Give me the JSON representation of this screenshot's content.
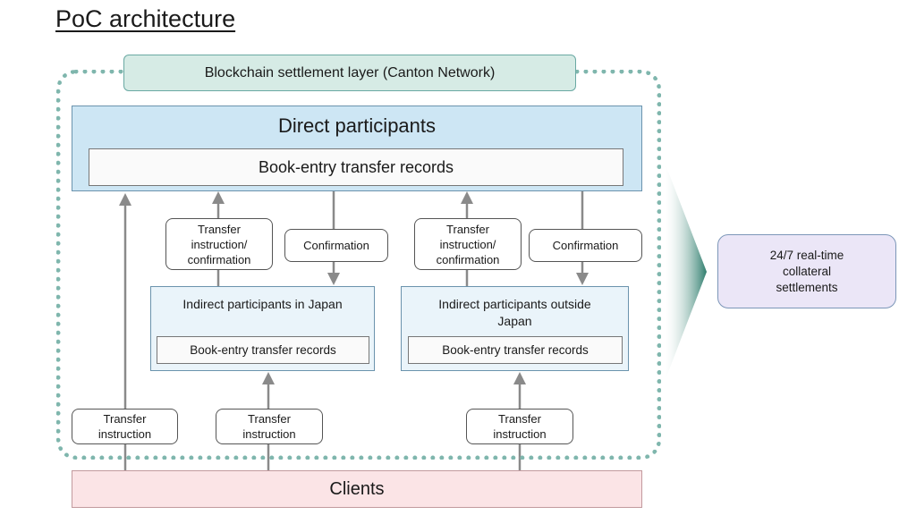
{
  "title": "PoC architecture",
  "settlement_layer": "Blockchain settlement layer (Canton Network)",
  "direct_participants": {
    "title": "Direct participants",
    "records": "Book-entry transfer records"
  },
  "indirect_japan": {
    "title": "Indirect participants in Japan",
    "records": "Book-entry transfer records"
  },
  "indirect_outside": {
    "title": "Indirect participants outside Japan",
    "records": "Book-entry transfer records"
  },
  "flows": {
    "transfer_confirmation_japan": "Transfer instruction/ confirmation",
    "confirmation_japan": "Confirmation",
    "transfer_confirmation_outside": "Transfer instruction/ confirmation",
    "confirmation_outside": "Confirmation",
    "client_to_direct": "Transfer instruction",
    "client_to_japan": "Transfer instruction",
    "client_to_outside": "Transfer instruction"
  },
  "clients": "Clients",
  "result": "24/7 real-time collateral settlements",
  "colors": {
    "boundary": "#7fb6ad",
    "settlement_fill": "#d6ebe5",
    "direct_fill": "#cde6f4",
    "indirect_fill": "#eaf4fa",
    "clients_fill": "#fbe4e6",
    "result_fill": "#ebe6f7",
    "arrow": "#8a8a8a",
    "wedge": "#2f7d6d"
  }
}
